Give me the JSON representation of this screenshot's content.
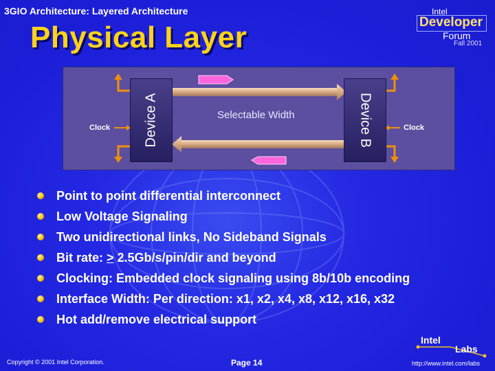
{
  "header": {
    "section": "3GIO Architecture: Layered Architecture",
    "title": "Physical Layer"
  },
  "logo": {
    "line1": "Intel",
    "line2": "Developer",
    "line3": "Forum",
    "line4": "Fall 2001"
  },
  "diagram": {
    "device_a": "Device A",
    "device_b": "Device B",
    "clock_left": "Clock",
    "clock_right": "Clock",
    "width_label": "Selectable Width"
  },
  "bullets": [
    "Point to point differential interconnect",
    "Low Voltage Signaling",
    "Two unidirectional links, No Sideband Signals",
    {
      "pre": "Bit rate: ",
      "mark": ">",
      "post": " 2.5Gb/s/pin/dir and beyond"
    },
    "Clocking: Embedded clock signaling using 8b/10b encoding",
    "Interface Width: Per direction: x1, x2, x4, x8, x12, x16, x32",
    "Hot add/remove electrical support"
  ],
  "footer": {
    "copyright": "Copyright © 2001 Intel Corporation.",
    "page": "Page 14",
    "url": "http://www.intel.com/labs",
    "labs_intel": "Intel",
    "labs_labs": "Labs"
  },
  "colors": {
    "background": "#1f22e0",
    "title": "#ffd21a",
    "panel": "#5c4fa0",
    "accent_orange": "#f0900a",
    "packet_pink": "#ff66dd"
  }
}
